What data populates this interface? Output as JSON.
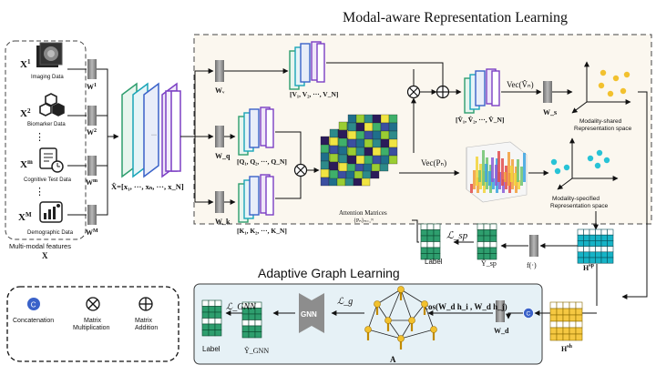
{
  "titles": {
    "modal_aware": "Modal-aware Representation Learning",
    "adaptive_graph": "Adaptive Graph Learning"
  },
  "inputs": {
    "modalities": [
      {
        "symbol": "X",
        "sup": "1",
        "label": "Imaging Data",
        "weight": "W",
        "weight_sup": "1"
      },
      {
        "symbol": "X",
        "sup": "2",
        "label": "Biomarker Data",
        "weight": "W",
        "weight_sup": "2"
      },
      {
        "symbol": "X",
        "sup": "m",
        "label": "Cognitive Test Data",
        "weight": "W",
        "weight_sup": "m"
      },
      {
        "symbol": "X",
        "sup": "M",
        "label": "Demographic Data",
        "weight": "W",
        "weight_sup": "M"
      }
    ],
    "caption": "Multi-modal features",
    "caption_symbol": "X",
    "dots": "⋮"
  },
  "embedding": {
    "label": "X̂=[x₁, ···, xₙ, ···, x_N]"
  },
  "projections": {
    "wv": "Wᵥ",
    "wq": "W_q",
    "wk": "W_k",
    "v_label": "[V₁, V₂, ···, V_N]",
    "q_label": "[Q₁, Q₂, ···, Q_N]",
    "k_label": "[K₁, K₂, ···, K_N]"
  },
  "attention": {
    "caption": "Attention Matrices",
    "caption2": "{Pₙ}ₙ₌₁ᴺ",
    "vec_p": "Vec(Pₙ)"
  },
  "shared": {
    "v_hat": "[V̂₁, V̂₂, ···, V̂_N]",
    "vec_v": "Vec(V̂ₙ)",
    "ws": "W_s",
    "space": "Modality-shared",
    "space2": "Representation space"
  },
  "specified": {
    "space": "Modality-specified",
    "space2": "Representation space"
  },
  "sp_branch": {
    "loss": "ℒ_sp",
    "label": "Label",
    "y_hat": "Ŷ_sp",
    "f": "f(·)",
    "h_sp": "H",
    "h_sp_sup": "sp"
  },
  "graph": {
    "gnn": "GNN",
    "loss_gnn": "ℒ_GNN",
    "label": "Label",
    "y_hat": "Ŷ_GNN",
    "loss_g": "ℒ_g",
    "adj": "A",
    "cos": "cos(W_d h_i , W_d h_j)",
    "wd": "W_d",
    "h_sh": "H",
    "h_sh_sup": "sh",
    "concat_symbol": "C"
  },
  "legend": {
    "concat": "Concatenation",
    "mult1": "Matrix",
    "mult2": "Multiplication",
    "add1": "Matrix",
    "add2": "Addition"
  },
  "colors": {
    "green": "#2e9e6e",
    "teal": "#1aa5b8",
    "blue": "#3a62c9",
    "purple": "#7b3fc4",
    "cyan_dot": "#27c3d6",
    "yellow_dot": "#f2c12e",
    "panel_bg": "#e6f1f6",
    "grey_box": "#8c8c8c",
    "gold": "#e0a800"
  }
}
